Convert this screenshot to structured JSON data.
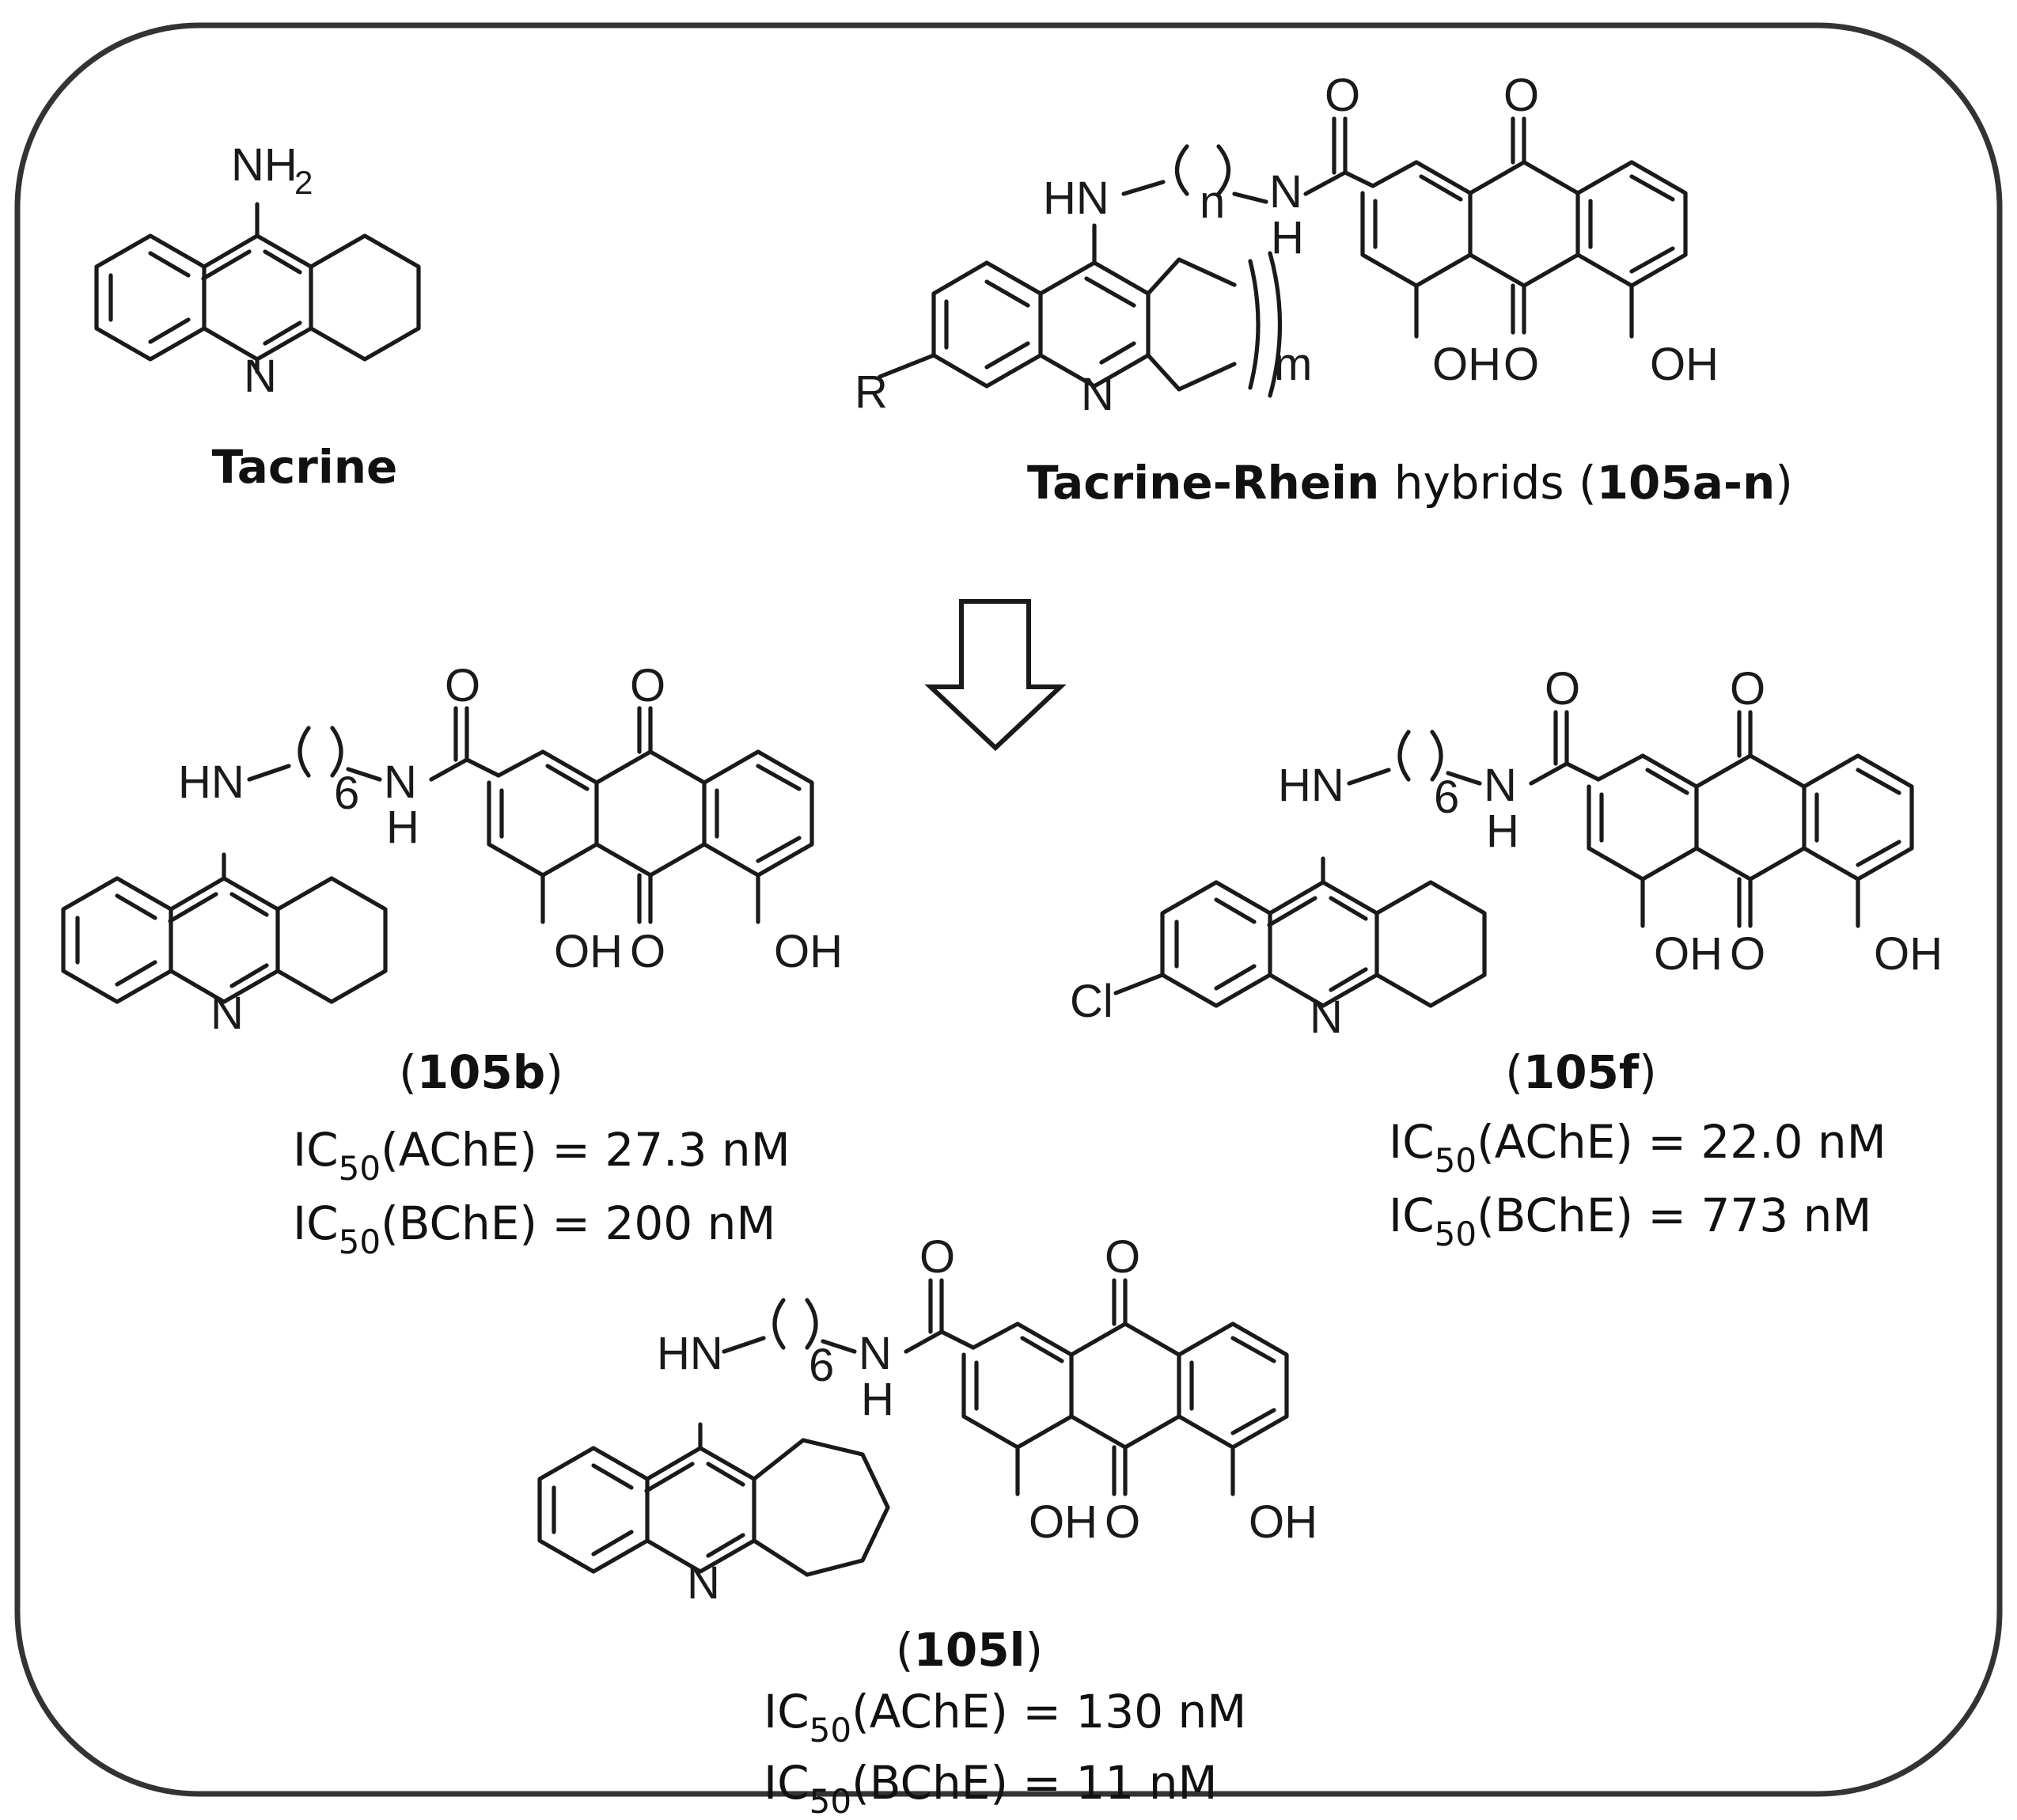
{
  "captions": {
    "tacrine": "Tacrine",
    "hybrid_bold": "Tacrine-Rhein",
    "hybrid_plain": " hybrids (",
    "hybrid_code": "105a-n",
    "hybrid_close": ")",
    "open_paren": "(",
    "close_paren": ")"
  },
  "compounds": [
    {
      "code": "105b",
      "ache_prefix": "IC",
      "ache_sub": "50",
      "ache_rest": "(AChE) =  27.3 nM",
      "bche_prefix": "IC",
      "bche_sub": "50",
      "bche_rest": "(BChE) =  200 nM"
    },
    {
      "code": "105f",
      "ache_prefix": "IC",
      "ache_sub": "50",
      "ache_rest": "(AChE) =  22.0 nM",
      "bche_prefix": "IC",
      "bche_sub": "50",
      "bche_rest": "(BChE) =  773 nM"
    },
    {
      "code": "105l",
      "ache_prefix": "IC",
      "ache_sub": "50",
      "ache_rest": "(AChE) = 130 nM",
      "bche_prefix": "IC",
      "bche_sub": "50",
      "bche_rest": "(BChE) = 11 nM"
    }
  ],
  "atoms": {
    "nh2": "NH",
    "nh2_sub": "2",
    "n": "N",
    "hn": "HN",
    "h": "H",
    "o": "O",
    "oh": "OH",
    "r": "R",
    "cl": "Cl",
    "n_label": "n",
    "m_label": "m",
    "six": "6"
  }
}
